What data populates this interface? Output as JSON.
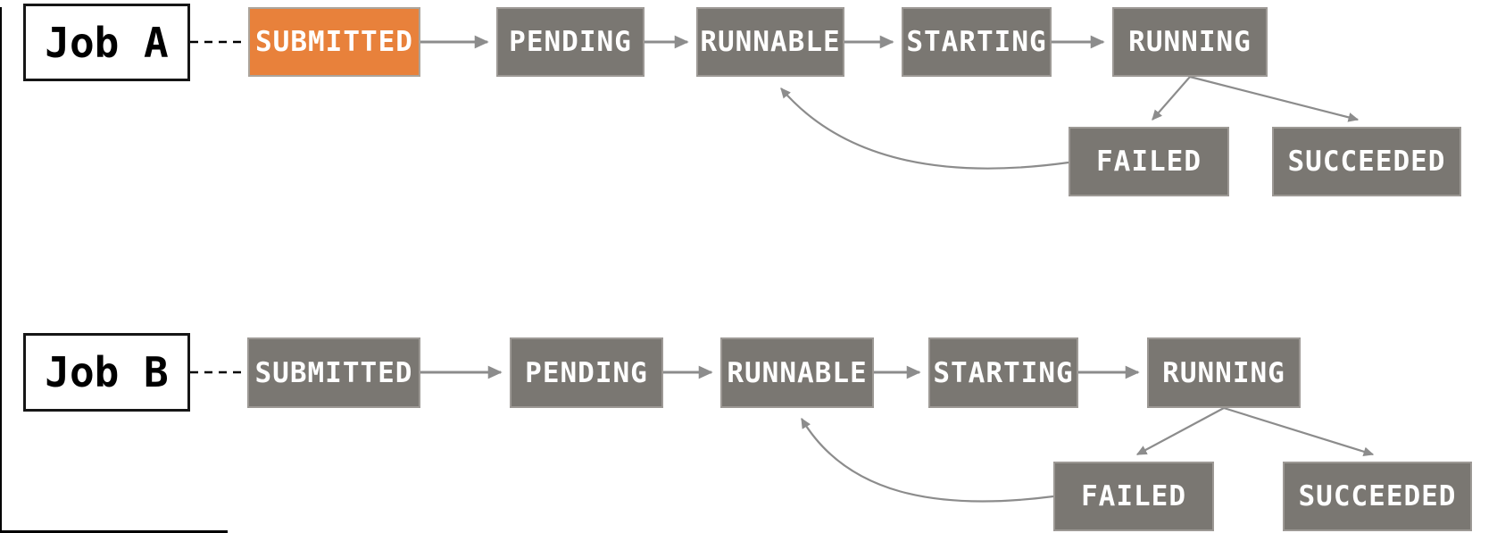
{
  "jobs": [
    {
      "label": "Job A",
      "states": [
        "SUBMITTED",
        "PENDING",
        "RUNNABLE",
        "STARTING",
        "RUNNING"
      ],
      "outcomes": [
        "FAILED",
        "SUCCEEDED"
      ],
      "highlighted_state": "SUBMITTED",
      "transitions": [
        "SUBMITTED->PENDING",
        "PENDING->RUNNABLE",
        "RUNNABLE->STARTING",
        "STARTING->RUNNING",
        "RUNNING->FAILED",
        "RUNNING->SUCCEEDED",
        "FAILED->RUNNABLE"
      ]
    },
    {
      "label": "Job B",
      "states": [
        "SUBMITTED",
        "PENDING",
        "RUNNABLE",
        "STARTING",
        "RUNNING"
      ],
      "outcomes": [
        "FAILED",
        "SUCCEEDED"
      ],
      "highlighted_state": null,
      "transitions": [
        "SUBMITTED->PENDING",
        "PENDING->RUNNABLE",
        "RUNNABLE->STARTING",
        "STARTING->RUNNING",
        "RUNNING->FAILED",
        "RUNNING->SUCCEEDED",
        "FAILED->RUNNABLE"
      ]
    }
  ],
  "colors": {
    "state_fill": "#7A7772",
    "highlight_fill": "#E8813B",
    "state_text": "#FFFFFF",
    "label_text": "#000000",
    "arrow": "#8C8C8C",
    "connector_dashed": "#000000"
  }
}
